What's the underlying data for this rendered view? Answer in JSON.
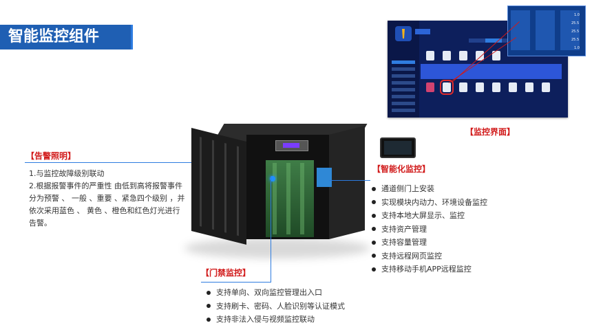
{
  "page": {
    "title": "智能监控组件"
  },
  "alarm_lighting": {
    "heading": "【告警照明】",
    "lines": [
      "1.与监控故障级别联动",
      "2.根据报警事件的严重性 由低到高将报警事件",
      "分为预警 、 一般 、重要 、紧急四个级别 ，并",
      "依次采用蓝色 、 黄色 、橙色和红色灯光进行",
      "告警。"
    ]
  },
  "monitor_ui": {
    "heading": "【监控界面】",
    "popup_values": [
      "1.0",
      "25.5",
      "25.5",
      "25.5",
      "1.0"
    ]
  },
  "smart_monitoring": {
    "heading": "【智能化监控】",
    "items": [
      "通道侧门上安装",
      "实现模块内动力、环境设备监控",
      "支持本地大屏显示、监控",
      "支持资产管理",
      "支持容量管理",
      "支持远程网页监控",
      "支持移动手机APP远程监控"
    ]
  },
  "access_control": {
    "heading": "【门禁监控】",
    "items": [
      "支持单向、双向监控管理出入口",
      "支持刷卡、密码、人脸识别等认证模式",
      "支持非法入侵与视频监控联动"
    ]
  },
  "colors": {
    "title_bg": "#1f5fb3",
    "heading_red": "#d11a1a",
    "connector_blue": "#2c7be0",
    "monitor_bg": "#0d1f5c"
  }
}
